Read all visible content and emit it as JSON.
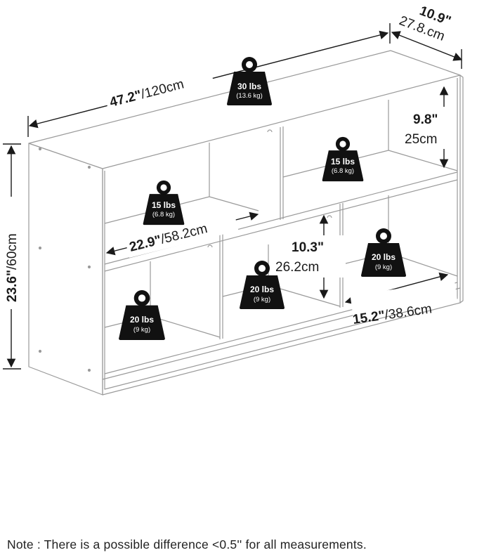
{
  "dimensions": {
    "width_in": "47.2\"",
    "width_cm": "/120cm",
    "depth_in": "10.9\"",
    "depth_cm": "27.8.cm",
    "height_in": "23.6\"",
    "height_cm": "/60cm",
    "shelf_width_in": "22.9\"",
    "shelf_width_cm": "/58.2cm",
    "top_cube_height_in": "9.8\"",
    "top_cube_height_cm": "25cm",
    "bottom_cube_height_in": "10.3\"",
    "bottom_cube_height_cm": "26.2cm",
    "bottom_cube_width_in": "15.2\"",
    "bottom_cube_width_cm": "/38.6cm"
  },
  "weights": {
    "top": {
      "lbs": "30 lbs",
      "kg": "(13.6 kg)"
    },
    "upper_left_cube": {
      "lbs": "15 lbs",
      "kg": "(6.8 kg)"
    },
    "upper_right_cube": {
      "lbs": "15 lbs",
      "kg": "(6.8 kg)"
    },
    "bottom_left_cube": {
      "lbs": "20 lbs",
      "kg": "(9 kg)"
    },
    "bottom_middle_cube": {
      "lbs": "20 lbs",
      "kg": "(9 kg)"
    },
    "bottom_right_cube": {
      "lbs": "20 lbs",
      "kg": "(9 kg)"
    }
  },
  "icons": [
    "weight-icon",
    "dimension-arrow"
  ],
  "colors": {
    "line": "#1a1a1a",
    "weight_fill": "#111111",
    "shelf_stroke": "#9a9a9a"
  },
  "note": "Note : There is a possible difference <0.5'' for all measurements."
}
